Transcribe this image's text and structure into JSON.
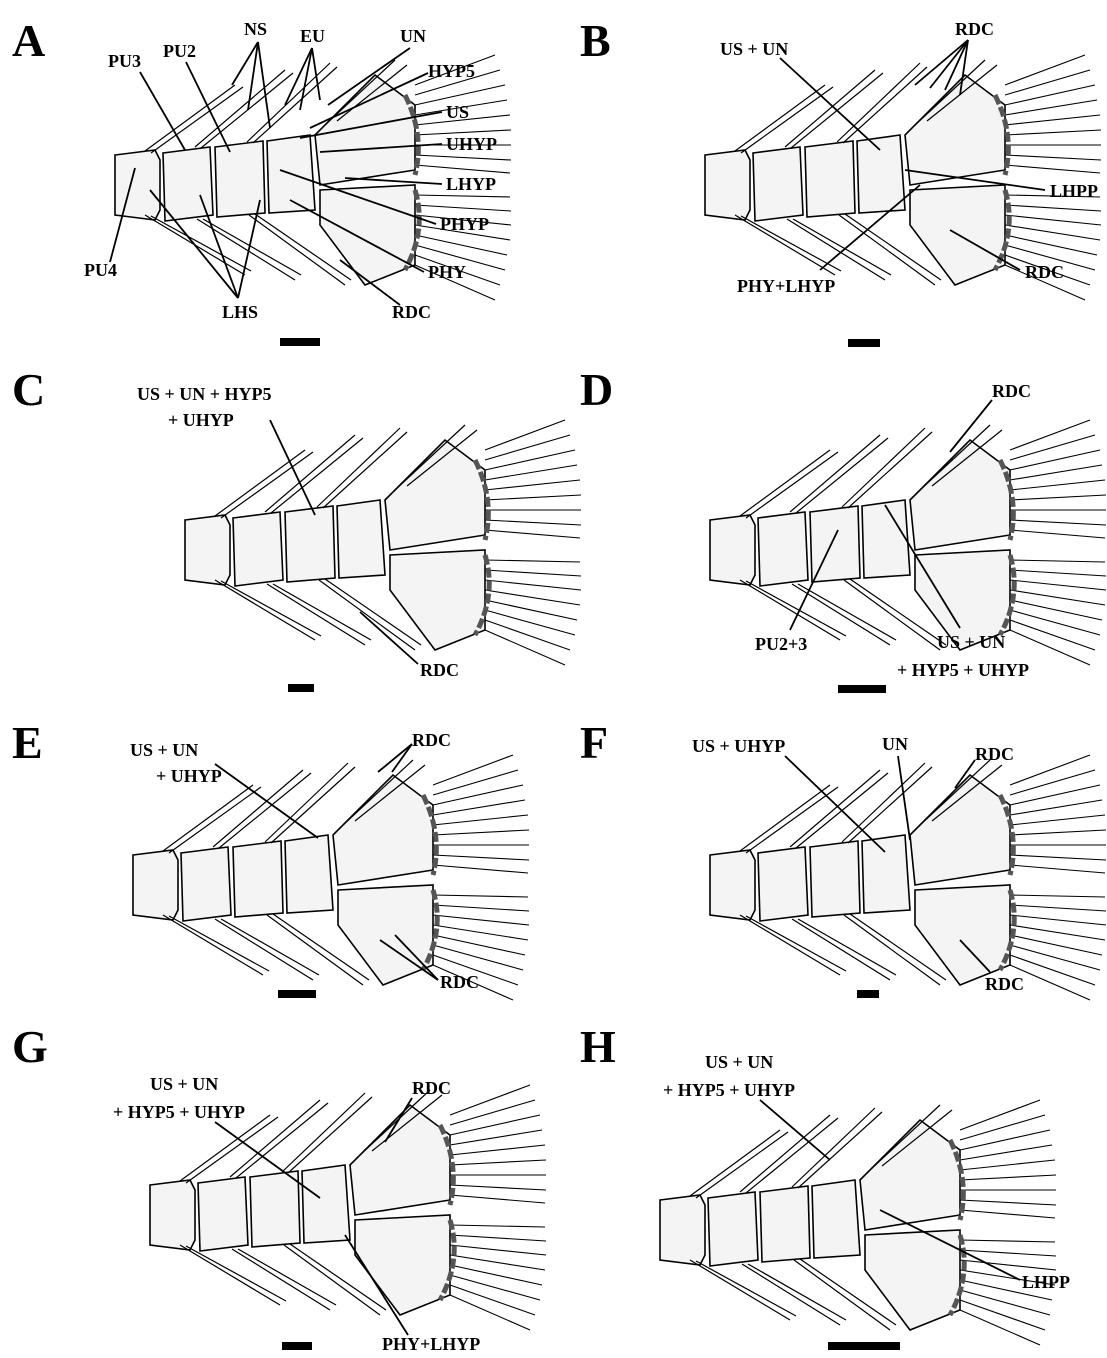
{
  "panels": [
    {
      "letter": "A",
      "labels": [
        "NS",
        "EU",
        "UN",
        "PU3",
        "PU2",
        "HYP5",
        "US",
        "UHYP",
        "LHYP",
        "PHYP",
        "PHY",
        "PU4",
        "LHS",
        "RDC"
      ]
    },
    {
      "letter": "B",
      "labels": [
        "RDC",
        "US + UN",
        "LHPP",
        "PHY+LHYP",
        "RDC"
      ]
    },
    {
      "letter": "C",
      "labels": [
        "US + UN + HYP5",
        "+ UHYP",
        "RDC"
      ]
    },
    {
      "letter": "D",
      "labels": [
        "RDC",
        "PU2+3",
        "US + UN",
        "+ HYP5 + UHYP"
      ]
    },
    {
      "letter": "E",
      "labels": [
        "US + UN",
        "+ UHYP",
        "RDC",
        "RDC"
      ]
    },
    {
      "letter": "F",
      "labels": [
        "US + UHYP",
        "UN",
        "RDC",
        "RDC"
      ]
    },
    {
      "letter": "G",
      "labels": [
        "US + UN",
        "+ HYP5 + UHYP",
        "RDC",
        "PHY+LHYP"
      ]
    },
    {
      "letter": "H",
      "labels": [
        "US + UN",
        "+ HYP5 + UHYP",
        "LHPP"
      ]
    }
  ]
}
